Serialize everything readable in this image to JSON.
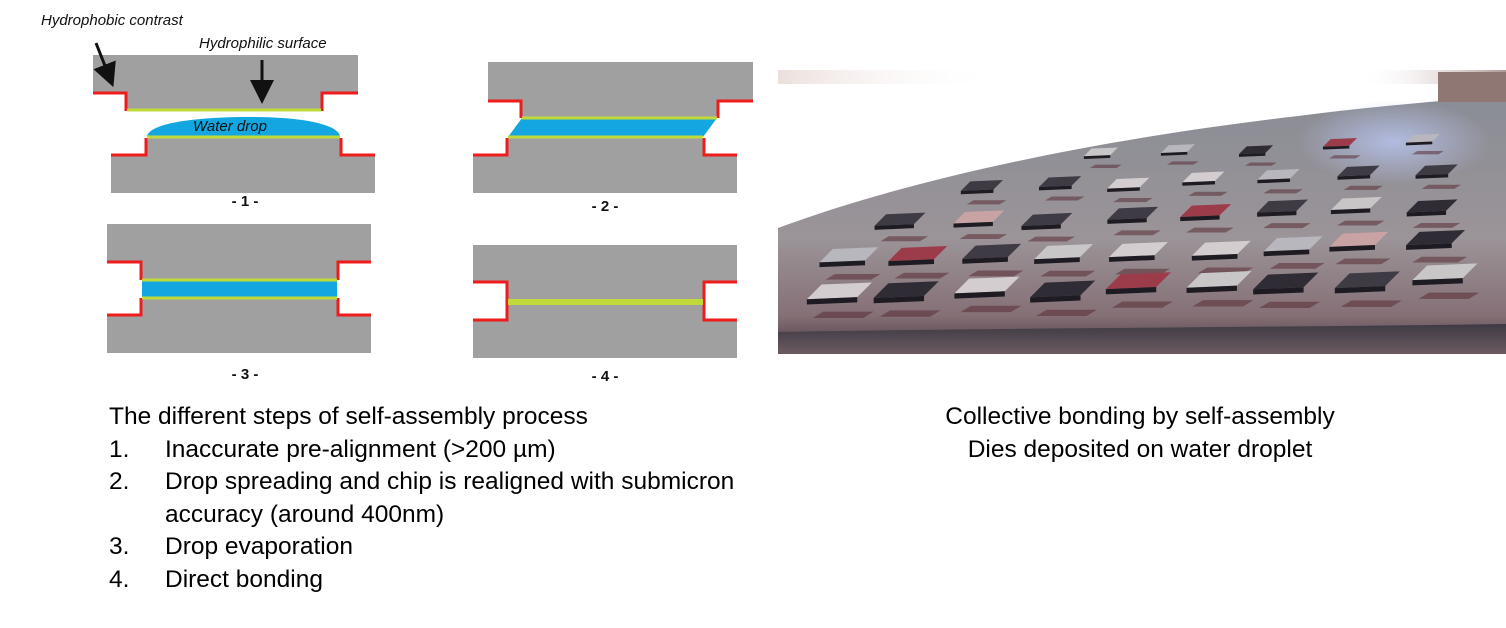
{
  "colors": {
    "substrate": "#a0a0a0",
    "hydrophobic": "#ee1c1c",
    "hydrophilic": "#c2d93a",
    "water": "#14a6e0"
  },
  "diagram": {
    "annotations": {
      "hydrophobic": "Hydrophobic contrast",
      "hydrophilic": "Hydrophilic surface",
      "water": "Water drop"
    },
    "steps": [
      {
        "label": "- 1 -"
      },
      {
        "label": "- 2 -"
      },
      {
        "label": "- 3 -"
      },
      {
        "label": "- 4 -"
      }
    ]
  },
  "left_caption": {
    "title": "The different steps of self-assembly process",
    "items": [
      {
        "num": "1.",
        "text": "Inaccurate pre-alignment (>200 µm)"
      },
      {
        "num": "2.",
        "text": "Drop spreading and chip is realigned with submicron accuracy (around 400nm)"
      },
      {
        "num": "3.",
        "text": "Drop evaporation"
      },
      {
        "num": "4.",
        "text": "Direct bonding"
      }
    ]
  },
  "right_caption": {
    "line1": "Collective bonding by self-assembly",
    "line2": "Dies deposited on water droplet"
  }
}
